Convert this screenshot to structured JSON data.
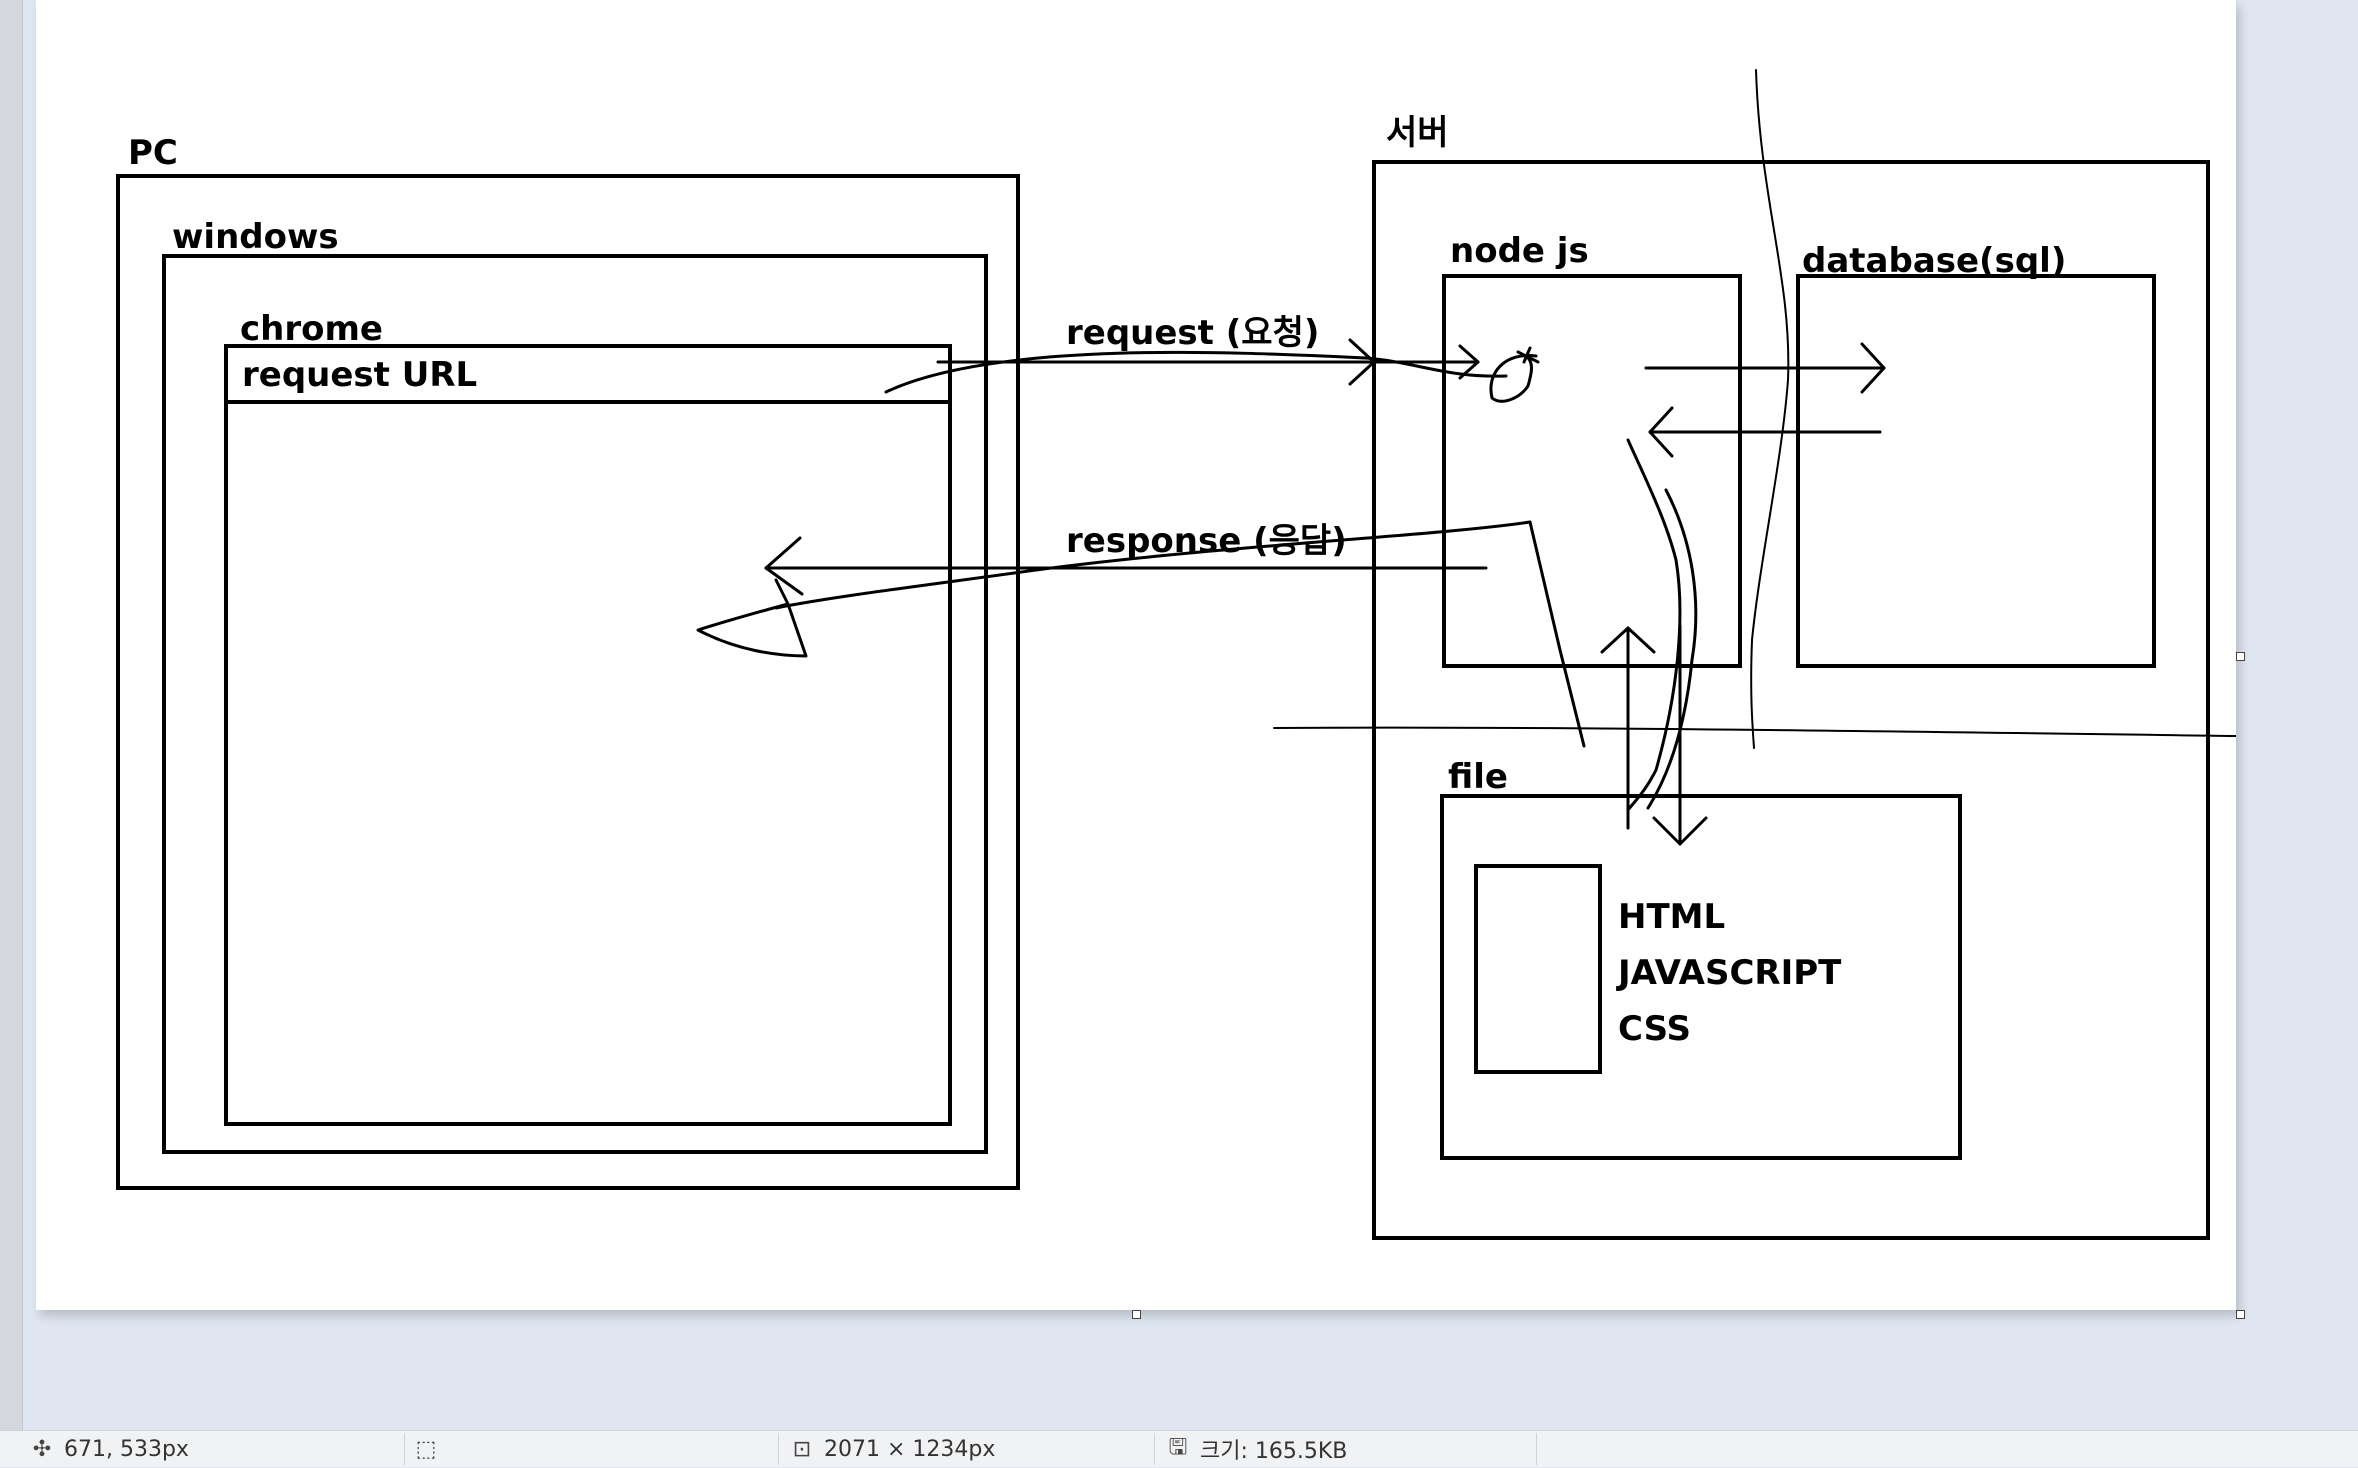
{
  "diagram": {
    "pc": "PC",
    "windows": "windows",
    "chrome": "chrome",
    "request_url": "request URL",
    "request": "request (요청)",
    "response": "response (응답)",
    "server": "서버",
    "node": "node js",
    "database": "database(sql)",
    "file": "file",
    "html": "HTML",
    "javascript": "JAVASCRIPT",
    "css": "CSS"
  },
  "status_bar": {
    "cursor_position": "671, 533px",
    "cursor_icon": "crosshair-move-icon",
    "selection_icon": "selection-icon",
    "canvas_size": "2071 × 1234px",
    "canvas_size_icon": "image-size-icon",
    "file_size": "크기: 165.5KB",
    "file_size_icon": "disk-icon"
  }
}
